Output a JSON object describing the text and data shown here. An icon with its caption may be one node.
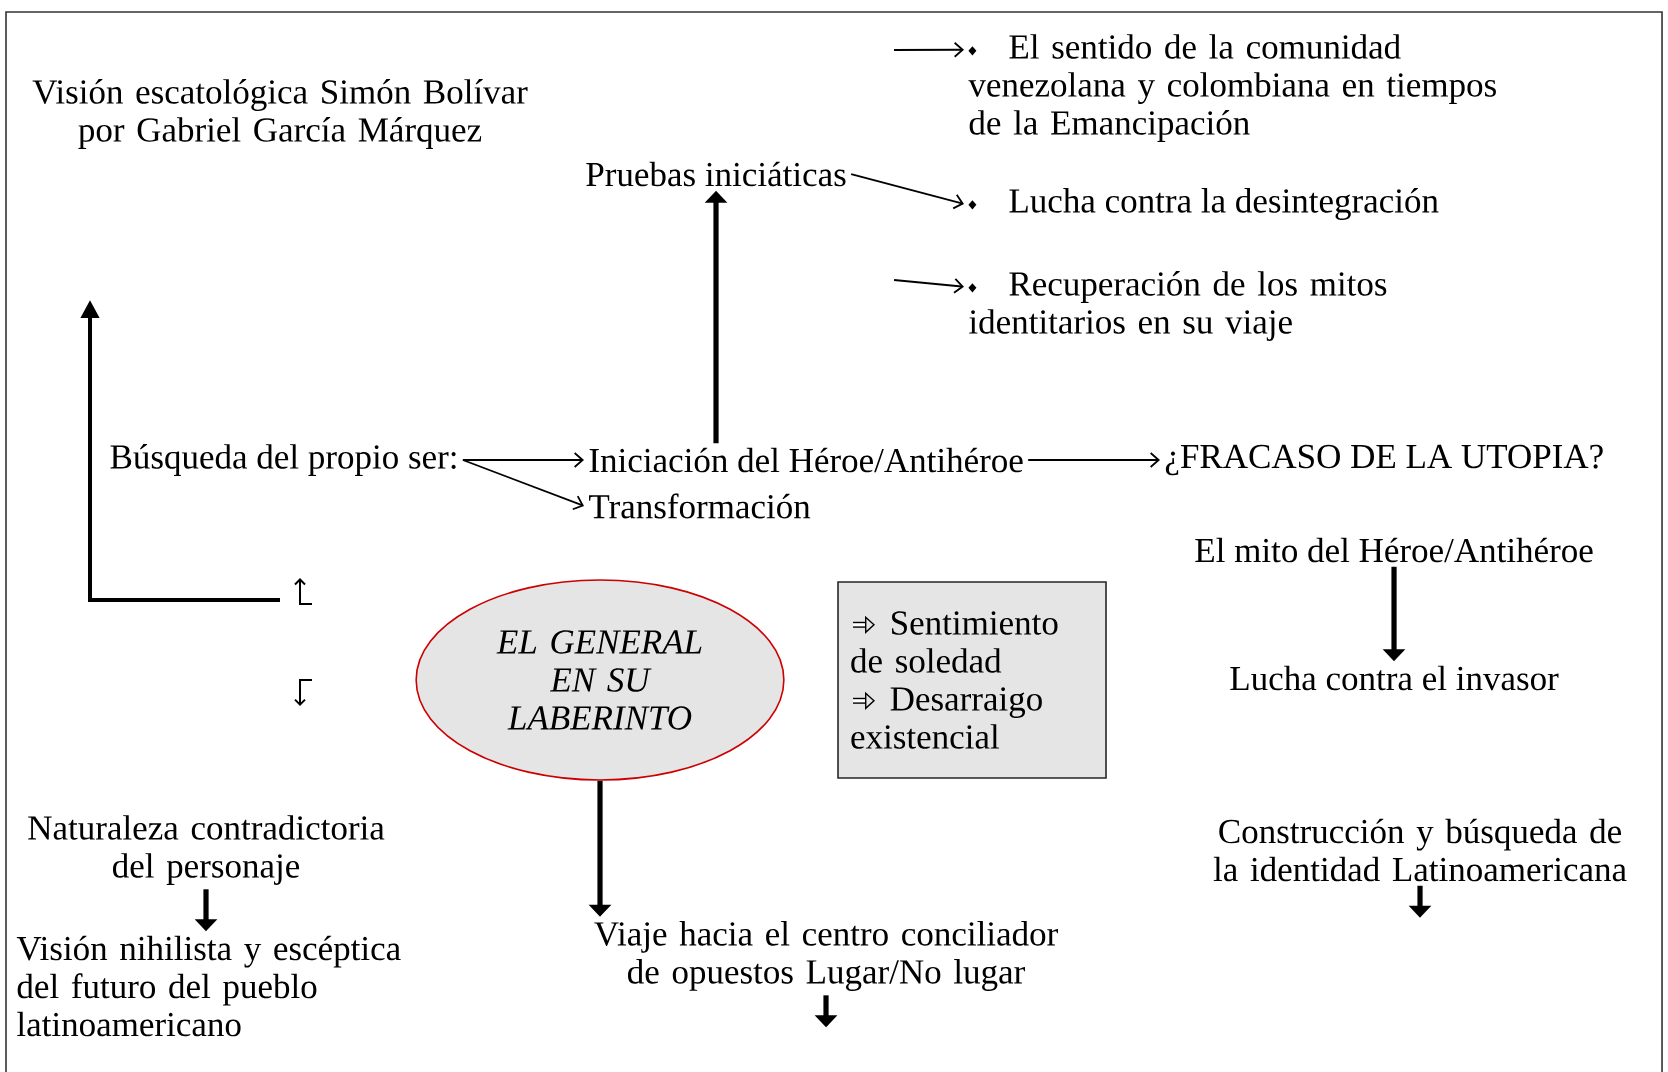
{
  "diagram": {
    "nodes": [
      {
        "text": [
          "Visión escatológica Simón Bolívar por Gabriel García Márquez"
        ]
      },
      {
        "text": [
          "Pruebas iniciáticas"
        ]
      },
      {
        "text": [
          "El sentido de la comunidad venezolana y colombiana en tiempos de la Emancipación"
        ]
      },
      {
        "text": [
          "Lucha contra la desintegración"
        ]
      },
      {
        "text": [
          "Recuperación de los mitos identitarios en su viaje"
        ]
      },
      {
        "text": [
          "Búsqueda del propio ser:"
        ]
      },
      {
        "text": [
          "Iniciación del Héroe/Antihéroe"
        ]
      },
      {
        "text": [
          "Transformación"
        ]
      },
      {
        "text": [
          "¿FRACASO DE LA UTOPIA?"
        ]
      },
      {
        "text": [
          "El mito del Héroe/Antihéroe"
        ]
      },
      {
        "text": [
          "EL GENERAL EN SU LABERINTO"
        ]
      },
      {
        "text": [
          "Sentimiento de soledad",
          "Desarraigo existencial"
        ]
      },
      {
        "text": [
          "Lucha contra el invasor"
        ]
      },
      {
        "text": [
          "Naturaleza contradictoria del personaje"
        ]
      },
      {
        "text": [
          "Visión nihilista y escéptica del futuro del pueblo latinoamericano"
        ]
      },
      {
        "text": [
          "Viaje hacia el centro conciliador de opuestos Lugar/No lugar"
        ]
      },
      {
        "text": [
          "Construcción y búsqueda de la identidad Latinoamericana"
        ]
      }
    ],
    "edges": [
      {
        "from": null,
        "to": 2,
        "arrow": "to"
      },
      {
        "from": 1,
        "to": 3,
        "arrow": "to"
      },
      {
        "from": null,
        "to": 4,
        "arrow": "to"
      },
      {
        "from": 6,
        "to": 1,
        "arrow": "to",
        "style": "thick"
      },
      {
        "from": 5,
        "to": 6,
        "arrow": "to"
      },
      {
        "from": 5,
        "to": 7,
        "arrow": "to"
      },
      {
        "from": 6,
        "to": 8,
        "arrow": "to"
      },
      {
        "from": 9,
        "to": 12,
        "arrow": "to",
        "style": "thick"
      },
      {
        "from": 13,
        "to": 14,
        "arrow": "to",
        "style": "thick"
      },
      {
        "from": 10,
        "to": 15,
        "arrow": "to",
        "style": "thick"
      },
      {
        "from": 15,
        "to": null,
        "arrow": "to",
        "style": "thick"
      },
      {
        "from": 16,
        "to": null,
        "arrow": "to",
        "style": "thick"
      }
    ]
  }
}
